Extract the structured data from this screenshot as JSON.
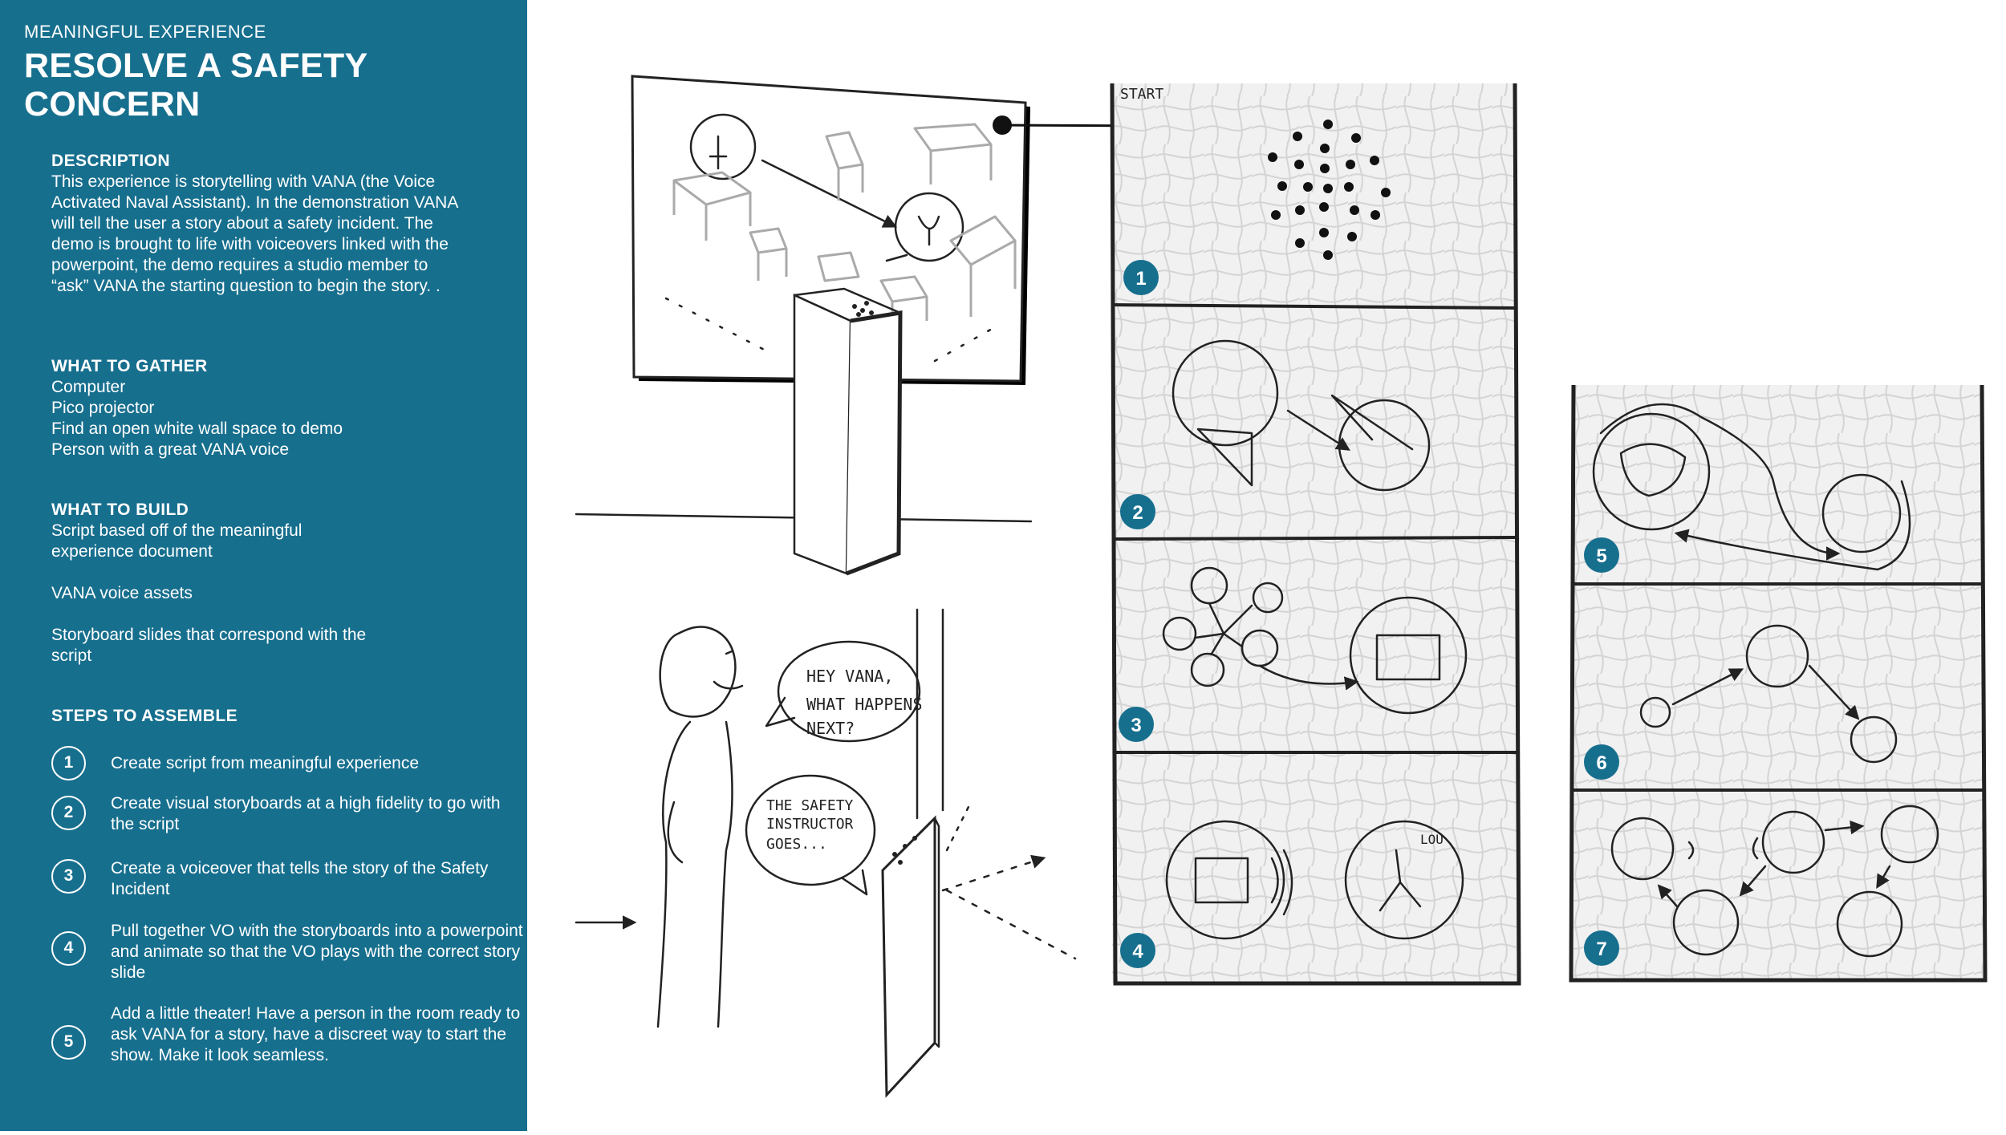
{
  "sidebar": {
    "eyebrow": "MEANINGFUL EXPERIENCE",
    "title": "RESOLVE A SAFETY CONCERN",
    "description": {
      "heading": "DESCRIPTION",
      "body": "This experience is storytelling with VANA (the Voice Activated Naval Assistant). In the demonstration VANA will tell the user a story about a safety incident. The demo is brought to life with voiceovers linked with the powerpoint, the demo requires a studio member to “ask” VANA the starting question to begin the story. ."
    },
    "gather": {
      "heading": "WHAT TO GATHER",
      "items": [
        "Computer",
        "Pico projector",
        "Find an open white wall space to demo",
        "Person with a great VANA voice"
      ]
    },
    "build": {
      "heading": "WHAT TO BUILD",
      "items": [
        "Script based off of the meaningful experience document",
        "VANA voice assets",
        "Storyboard slides that correspond with the script"
      ]
    },
    "steps": {
      "heading": "STEPS TO ASSEMBLE",
      "items": [
        {
          "num": "1",
          "text": "Create script from meaningful experience"
        },
        {
          "num": "2",
          "text": "Create visual storyboards at a high fidelity to go with the script"
        },
        {
          "num": "3",
          "text": "Create a voiceover that tells the story of the Safety Incident"
        },
        {
          "num": "4",
          "text": "Pull together VO with the storyboards into a powerpoint and animate so that the VO plays with the correct story slide"
        },
        {
          "num": "5",
          "text": "Add a little theater! Have a person in the room ready to ask VANA for a story, have a discreet way to start the show. Make it look seamless."
        }
      ]
    }
  },
  "sketch": {
    "start_label": "START",
    "speech_1": [
      "HEY VANA,",
      "WHAT HAPPENS",
      "NEXT?"
    ],
    "speech_2": [
      "THE SAFETY",
      "INSTRUCTOR",
      "GOES..."
    ],
    "lou_label": "LOU",
    "panel_numbers": [
      "1",
      "2",
      "3",
      "4",
      "5",
      "6",
      "7"
    ]
  },
  "colors": {
    "sidebar_bg": "#176f8e",
    "text_light": "#ffffff",
    "badge": "#176f8e"
  }
}
